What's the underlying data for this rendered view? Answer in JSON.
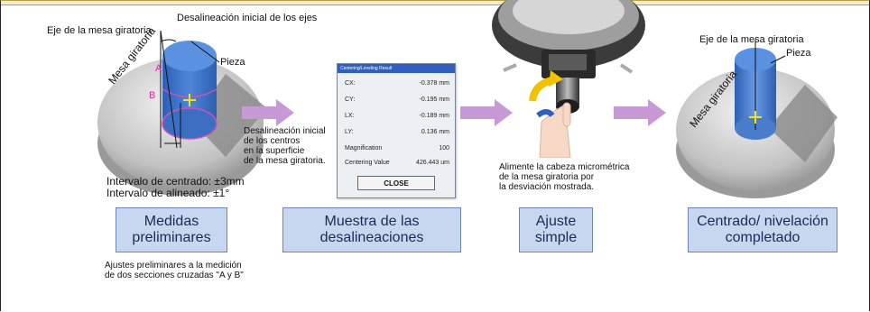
{
  "stage1": {
    "axis_label": "Eje de la mesa giratoria",
    "misalign_label": "Desalineación inicial de los ejes",
    "piece_label": "Pieza",
    "table_label": "Mesa giratoria",
    "a_label": "A",
    "b_label": "B",
    "center_note": [
      "Desalineación inicial",
      "de los centros",
      "en la superficie",
      "de la mesa giratoria."
    ],
    "interval_centering": "Intervalo de centrado: ±3mm",
    "interval_leveling": "Intervalo de alineado: ±1°",
    "box": [
      "Medidas",
      "preliminares"
    ],
    "footnote": [
      "Ajustes preliminares a la medición",
      "de dos secciones cruzadas \"A y B\""
    ]
  },
  "stage2": {
    "dialog": {
      "title": "Centering/Leveling Result",
      "rows": [
        {
          "key": "CX:",
          "value": "-0.378 mm"
        },
        {
          "key": "CY:",
          "value": "-0.195 mm"
        },
        {
          "key": "LX:",
          "value": "-0.189 mm"
        },
        {
          "key": "LY:",
          "value": "0.136 mm"
        },
        {
          "key": "Magnification",
          "value": "100"
        },
        {
          "key": "Centering Value",
          "value": "426.443 um"
        }
      ],
      "close_label": "CLOSE"
    },
    "box": [
      "Muestra de las",
      "desalineaciones"
    ]
  },
  "stage3": {
    "note": [
      "Alimente la cabeza micrométrica",
      "de la mesa giratoria por",
      "la desviación mostrada."
    ],
    "box": [
      "Ajuste",
      "simple"
    ]
  },
  "stage4": {
    "axis_label": "Eje de la mesa giratoria",
    "piece_label": "Pieza",
    "table_label": "Mesa giratoria",
    "box": [
      "Centrado/ nivelación",
      "completado"
    ]
  }
}
